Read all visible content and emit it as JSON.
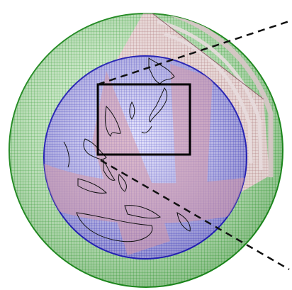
{
  "figure": {
    "layers": [
      {
        "id": "outer-shell",
        "mesh": "spherical-grid",
        "color": "#1faa1f"
      },
      {
        "id": "cutaway-wedge",
        "mesh": "radial-grid",
        "color": "#c98a96"
      },
      {
        "id": "inner-core",
        "mesh": "spherical-grid",
        "color": "#2a2ad0"
      }
    ],
    "overlay_colors": {
      "coastline": "#111111",
      "region_box": "#000000",
      "zoom_lines": "#111111"
    },
    "region_box_label": "",
    "zoom_lines_style": "dashed"
  }
}
